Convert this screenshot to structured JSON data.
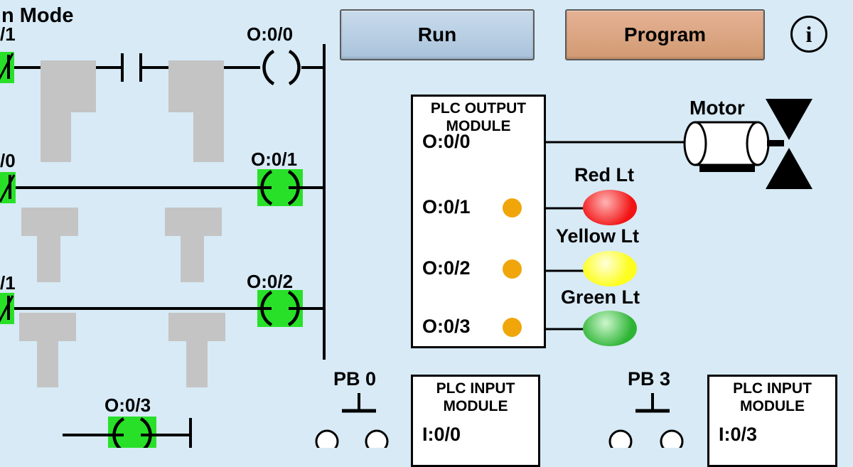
{
  "header": {
    "mode_label": "n Mode",
    "run_label": "Run",
    "program_label": "Program",
    "info_glyph": "i"
  },
  "colors": {
    "background": "#d7eaf6",
    "active_green": "#29e029",
    "indicator_orange": "#f0a60a",
    "run_button": "#b9cee3",
    "program_button": "#dfa588",
    "red_light": "#f21313",
    "yellow_light": "#fdfd1e",
    "green_light": "#2db434"
  },
  "ladder": {
    "rungs": [
      {
        "contact_label": "/1",
        "coil_label": "O:0/0",
        "coil_active": false
      },
      {
        "contact_label": "/0",
        "coil_label": "O:0/1",
        "coil_active": true
      },
      {
        "contact_label": "/1",
        "coil_label": "O:0/2",
        "coil_active": true
      },
      {
        "coil_label": "O:0/3",
        "coil_active": true
      }
    ]
  },
  "output_module": {
    "title": "PLC OUTPUT",
    "subtitle": "MODULE",
    "addresses": [
      "O:0/0",
      "O:0/1",
      "O:0/2",
      "O:0/3"
    ]
  },
  "devices": {
    "motor_label": "Motor",
    "lights": [
      {
        "label": "Red Lt"
      },
      {
        "label": "Yellow Lt"
      },
      {
        "label": "Green Lt"
      }
    ]
  },
  "push_buttons": {
    "pb0": "PB 0",
    "pb3": "PB 3"
  },
  "input_modules": [
    {
      "title": "PLC INPUT",
      "subtitle": "MODULE",
      "address": "I:0/0"
    },
    {
      "title": "PLC INPUT",
      "subtitle": "MODULE",
      "address": "I:0/3"
    }
  ]
}
